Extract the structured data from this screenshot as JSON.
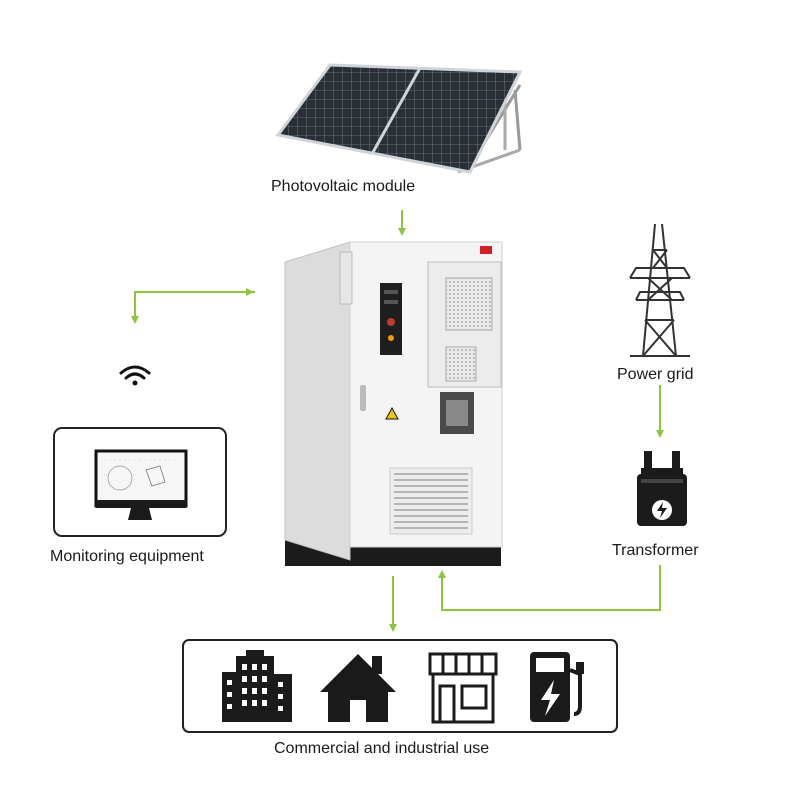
{
  "labels": {
    "photovoltaic": "Photovoltaic module",
    "power_grid": "Power grid",
    "transformer": "Transformer",
    "monitoring": "Monitoring equipment",
    "commercial": "Commercial and industrial use"
  },
  "colors": {
    "arrow": "#8cc63f",
    "outline": "#222222",
    "cabinet": "#f2f2f2"
  },
  "icons": [
    "solar-panel-icon",
    "wifi-icon",
    "monitor-icon",
    "pylon-icon",
    "transformer-icon",
    "building-icon",
    "house-icon",
    "shop-icon",
    "ev-charger-icon",
    "warning-icon"
  ]
}
